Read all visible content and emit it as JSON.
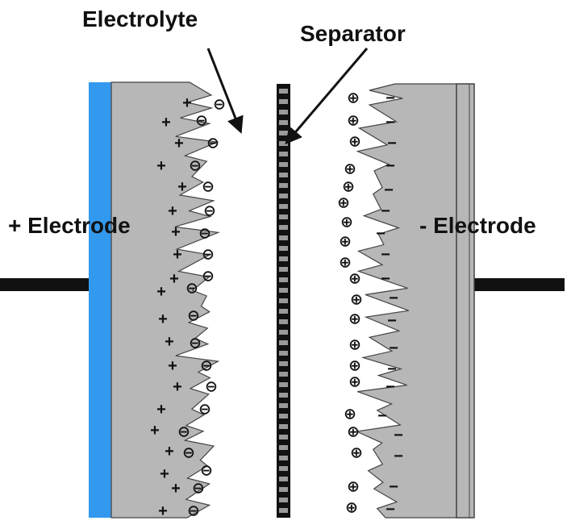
{
  "labels": {
    "electrolyte": "Electrolyte",
    "separator": "Separator",
    "positive_electrode": "+ Electrode",
    "negative_electrode": "- Electrode"
  },
  "symbols": {
    "plus": "+",
    "minus": "−",
    "anion": "⊖",
    "cation": "⊕"
  },
  "colors": {
    "background": "#ffffff",
    "collector": "#3399ee",
    "electrode_gray": "#b7b7b7",
    "outline": "#444444",
    "separator_dark": "#111111",
    "separator_light": "#9a9a9a",
    "text": "#111111"
  }
}
